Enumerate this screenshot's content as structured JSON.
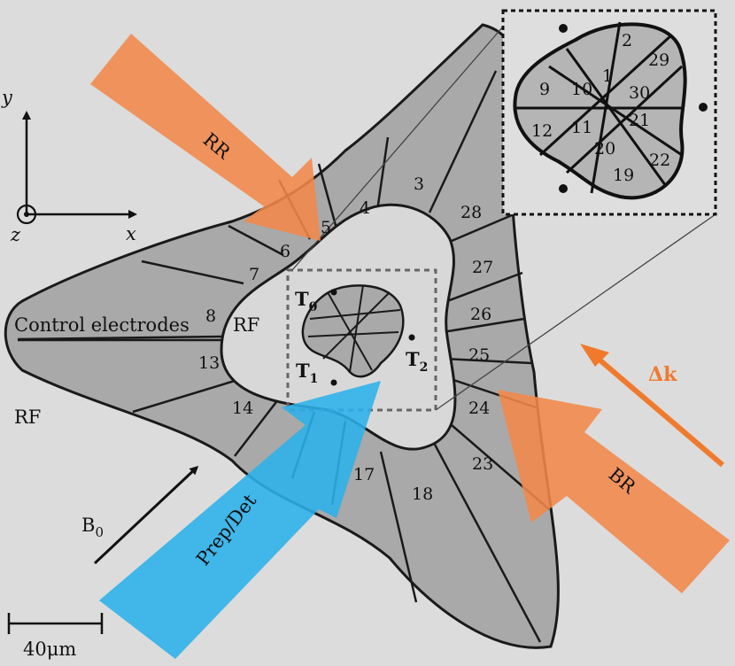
{
  "axes": {
    "y_label": "y",
    "x_label": "x",
    "z_label": "z"
  },
  "labels": {
    "control_electrodes": "Control electrodes",
    "rf_outer": "RF",
    "rf_inner": "RF",
    "b_field": "B",
    "b_field_sub": "0",
    "scale_bar": "40μm",
    "delta_k": "Δk"
  },
  "traps": [
    {
      "base": "T",
      "sub": "0"
    },
    {
      "base": "T",
      "sub": "1"
    },
    {
      "base": "T",
      "sub": "2"
    }
  ],
  "beams": {
    "rr": "RR",
    "br": "BR",
    "prep_det": "Prep/Det"
  },
  "electrode_numbers": [
    "3",
    "4",
    "5",
    "6",
    "7",
    "8",
    "13",
    "14",
    "17",
    "18",
    "23",
    "24",
    "25",
    "26",
    "27",
    "28"
  ],
  "inset_numbers": [
    "1",
    "2",
    "9",
    "10",
    "11",
    "12",
    "19",
    "20",
    "21",
    "22",
    "29",
    "30"
  ],
  "colors": {
    "background": "#dcdcdc",
    "chip": "#a9a9a9",
    "trap_region": "#d6d6d6",
    "beam_orange": "#f2874a",
    "beam_blue": "#2ab0ea",
    "delta_k": "#f07a2c"
  }
}
